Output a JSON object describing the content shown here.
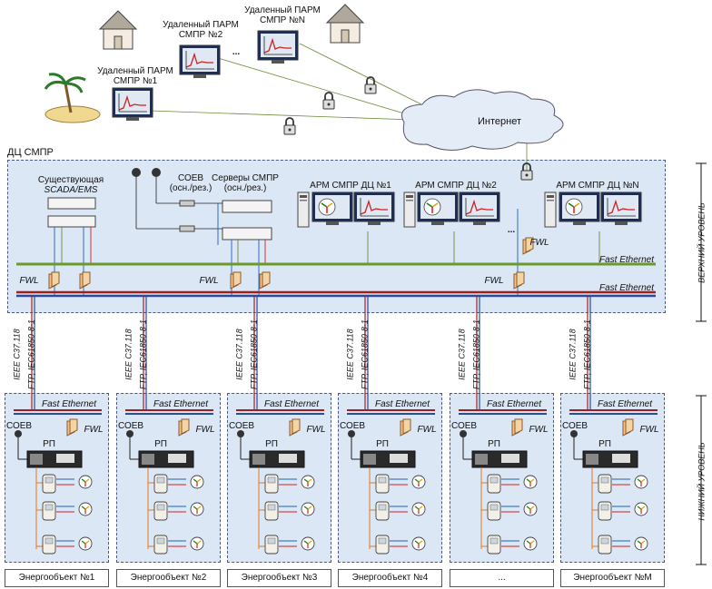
{
  "remote": [
    {
      "l1": "Удаленный ПАРМ",
      "l2": "СМПР №1"
    },
    {
      "l1": "Удаленный ПАРМ",
      "l2": "СМПР №2"
    },
    {
      "l1": "Удаленный ПАРМ",
      "l2": "СМПР №N"
    }
  ],
  "dots": "...",
  "internet": "Интернет",
  "dc_title": "ДЦ СМПР",
  "scada": {
    "l1": "Существующая",
    "l2": "SCADA/EMS"
  },
  "soev_top": {
    "l1": "СОЕВ",
    "l2": "(осн./рез.)"
  },
  "servers": {
    "l1": "Серверы СМПР",
    "l2": "(осн./рез.)"
  },
  "arm": [
    "АРМ СМПР ДЦ №1",
    "АРМ СМПР ДЦ №2",
    "АРМ СМПР ДЦ №N"
  ],
  "fwl": "FWL",
  "fast_ethernet": "Fast Ethernet",
  "upper_level": "ВЕРХНИЙ УРОВЕНЬ",
  "lower_level": "НИЖНИЙ УРОВЕНЬ",
  "proto1": "IEEE C37.118",
  "proto2": "FTP, IEC61850-8-1",
  "soev": "СОЕВ",
  "rp": "РП",
  "objects": [
    "Энергообъект №1",
    "Энергообъект №2",
    "Энергообъект №3",
    "Энергообъект №4",
    "...",
    "Энергообъект №M"
  ]
}
